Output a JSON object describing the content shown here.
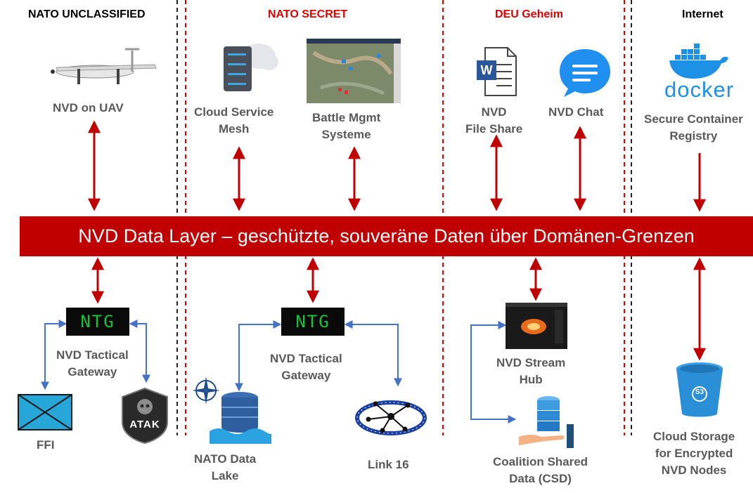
{
  "domains": {
    "unclassified": "NATO UNCLASSIFIED",
    "secret": "NATO SECRET",
    "deu": "DEU Geheim",
    "internet": "Internet"
  },
  "colors": {
    "classified_red": "#e00000",
    "banner": "#c00000",
    "label_gray": "#595959",
    "arrow_red": "#c00000",
    "arrow_blue": "#4472c4",
    "terminal_green": "#19c23a"
  },
  "banner": "NVD Data Layer – geschützte, souveräne Daten über Domänen-Grenzen",
  "top": {
    "uav": "NVD on UAV",
    "cloud_mesh": [
      "Cloud Service",
      "Mesh"
    ],
    "battle_mgmt": [
      "Battle Mgmt",
      "Systeme"
    ],
    "file_share": [
      "NVD",
      "File Share"
    ],
    "chat": "NVD Chat",
    "registry": [
      "Secure Container",
      "Registry"
    ],
    "docker_wordmark": "docker"
  },
  "bottom": {
    "ntg_logo": "NTG",
    "gateway1": [
      "NVD Tactical",
      "Gateway"
    ],
    "gateway2": [
      "NVD Tactical",
      "Gateway"
    ],
    "ffi": "FFI",
    "atak_badge": "ATAK",
    "data_lake": [
      "NATO Data",
      "Lake"
    ],
    "link16": "Link 16",
    "stream_hub": [
      "NVD Stream",
      "Hub"
    ],
    "csd": [
      "Coalition Shared",
      "Data (CSD)"
    ],
    "cloud_storage": [
      "Cloud Storage",
      "for Encrypted",
      "NVD Nodes"
    ],
    "s3_badge": "S3"
  }
}
